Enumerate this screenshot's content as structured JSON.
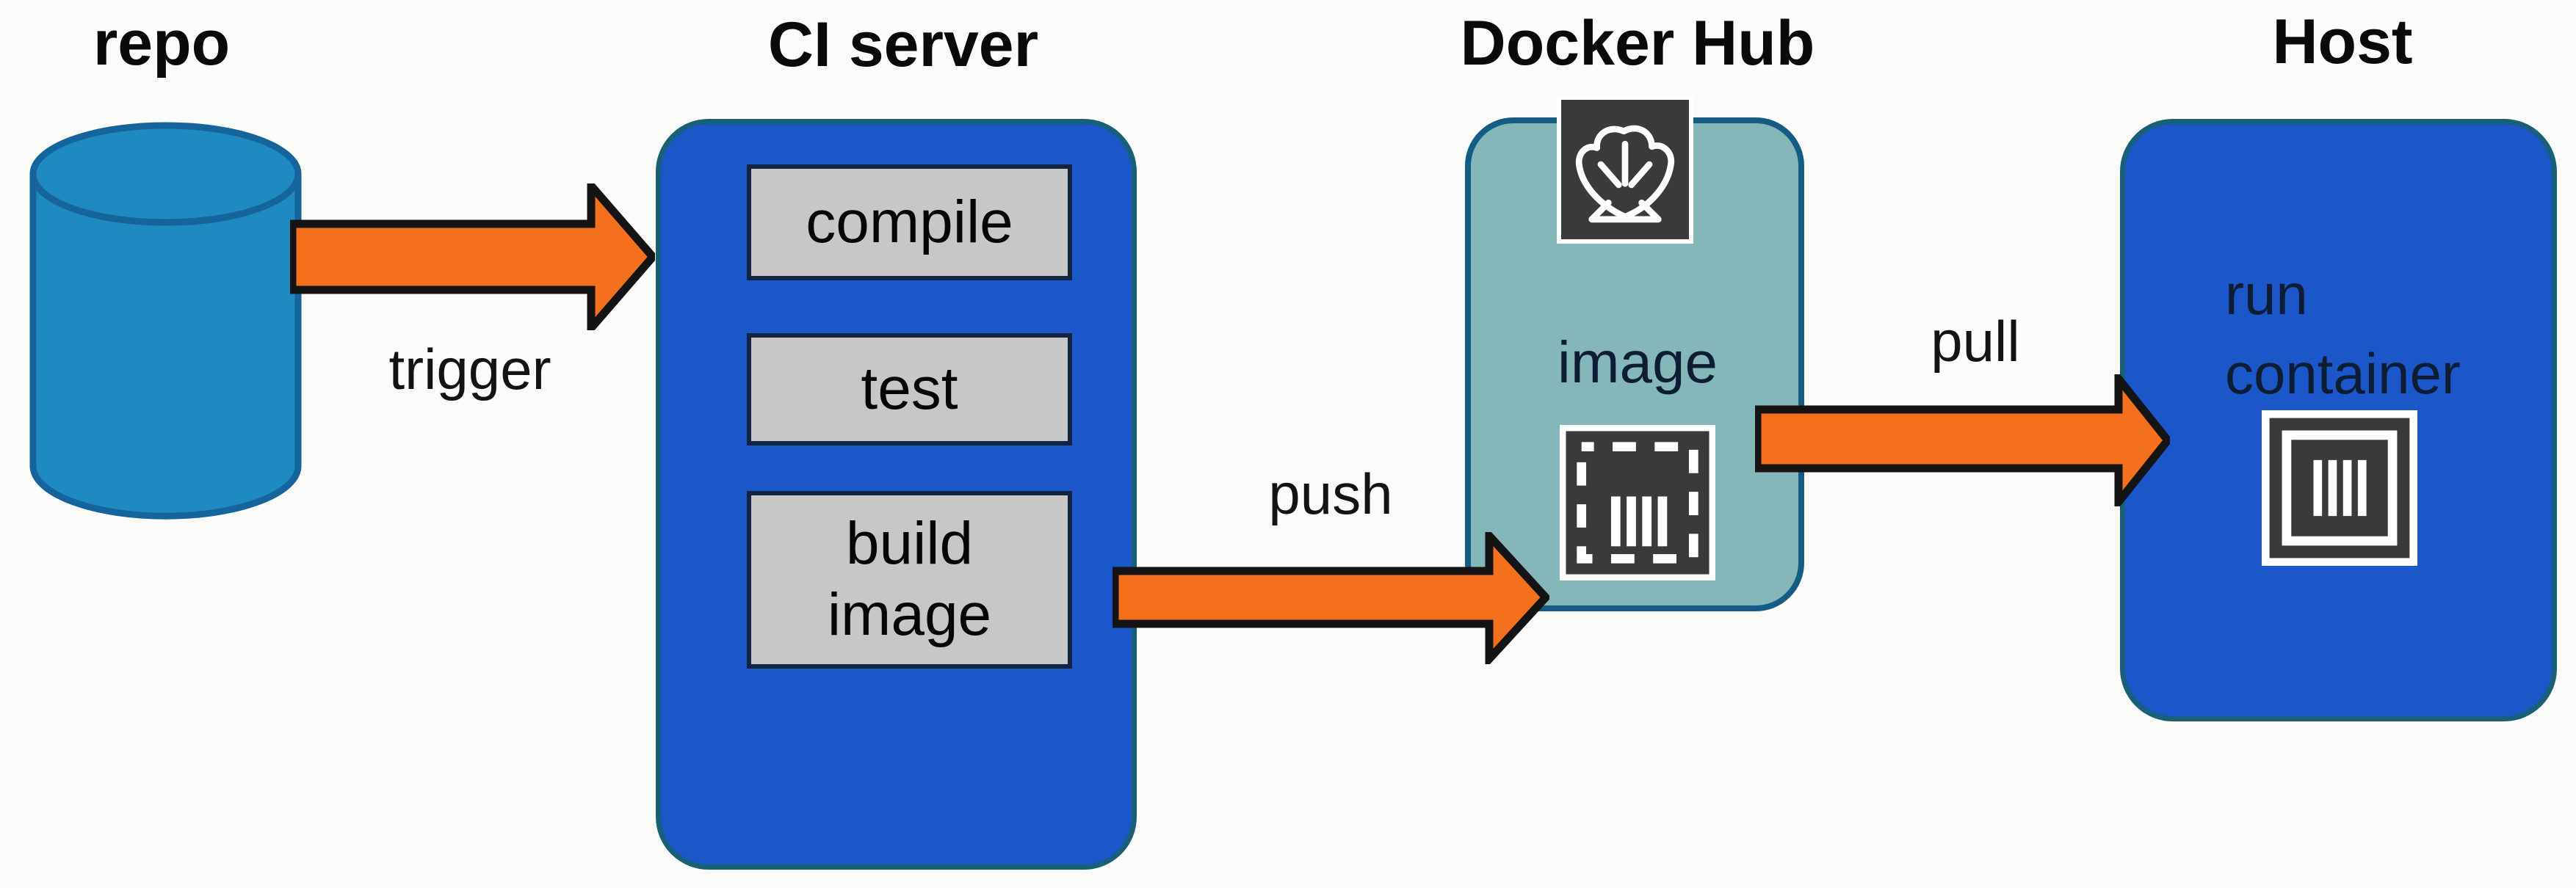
{
  "repo": {
    "title": "repo"
  },
  "ci_server": {
    "title": "CI server",
    "steps": [
      "compile",
      "test",
      "build image"
    ]
  },
  "docker_hub": {
    "title": "Docker Hub",
    "artifact_label": "image"
  },
  "host": {
    "title": "Host",
    "action_label": "run container"
  },
  "flows": {
    "trigger": {
      "label": "trigger"
    },
    "push": {
      "label": "push"
    },
    "pull": {
      "label": "pull"
    }
  },
  "icons": {
    "repo_db": "database-cylinder-icon",
    "hub_logo": "docker-hub-shell-icon",
    "hub_image": "dashed-container-image-icon",
    "host_container": "framed-container-icon"
  },
  "colors": {
    "box_blue": "#1b57c8",
    "box_blue_border": "#1a5f78",
    "hub_teal": "#85b7ba",
    "hub_border": "#135d84",
    "cylinder_blue": "#1f8ac2",
    "cylinder_border": "#15659c",
    "arrow_orange": "#f4701c",
    "step_gray": "#c7c7c7",
    "step_border": "#122441",
    "icon_dark": "#3a3a38"
  }
}
